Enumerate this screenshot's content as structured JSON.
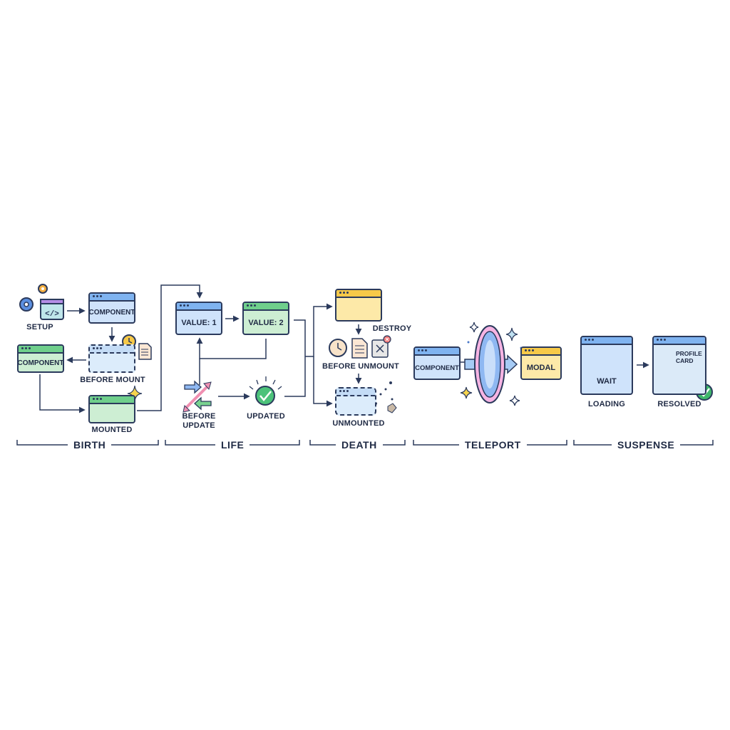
{
  "phases": [
    "BIRTH",
    "LIFE",
    "DEATH",
    "TELEPORT",
    "SUSPENSE"
  ],
  "birth": {
    "setup_label": "SETUP",
    "component_top": "COMPONENT",
    "before_mount_label": "BEFORE MOUNT",
    "component_left": "COMPONENT",
    "mounted_label": "MOUNTED"
  },
  "life": {
    "value1": "VALUE: 1",
    "value2": "VALUE: 2",
    "before_update_label": "BEFORE UPDATE",
    "updated_label": "UPDATED"
  },
  "death": {
    "destroy_label": "DESTROY",
    "before_unmount_label": "BEFORE UNMOUNT",
    "unmounted_label": "UNMOUNTED"
  },
  "teleport": {
    "component_label": "COMPONENT",
    "modal_label": "MODAL"
  },
  "suspense": {
    "wait_label": "WAIT",
    "loading_label": "LOADING",
    "profile_card_label": "PROFILE CARD",
    "resolved_label": "RESOLVED"
  },
  "colors": {
    "ink": "#2b3a5c",
    "blue": "#7fb3f0",
    "green": "#6fcf8c",
    "yellow": "#f7c948",
    "portal": "#e98ad0",
    "check": "#3fb86b"
  }
}
